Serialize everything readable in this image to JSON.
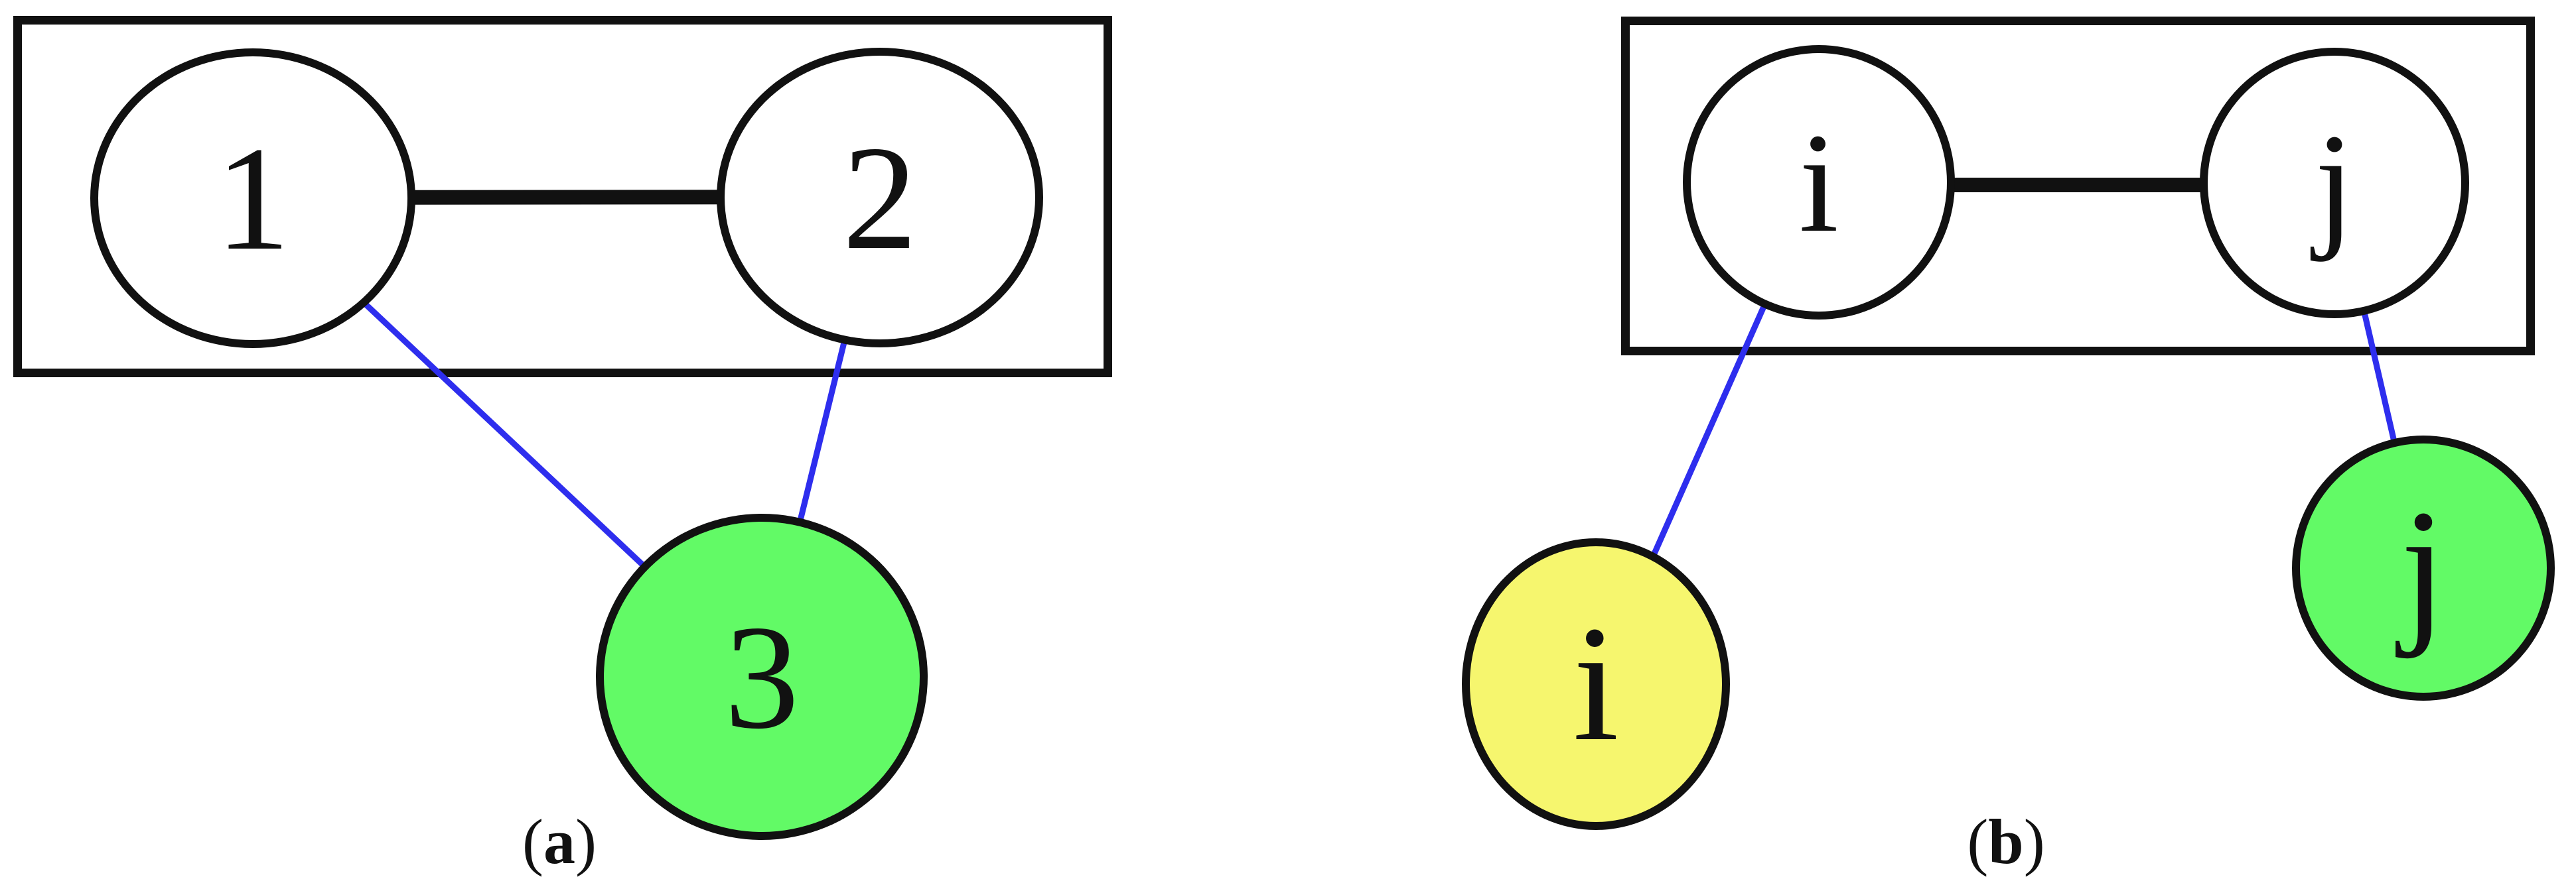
{
  "colors": {
    "background": "#ffffff",
    "outline": "#111111",
    "intra_edge_black": "#111111",
    "inter_edge_blue": "#2e2eee",
    "node_white": "#ffffff",
    "node_green": "#62fa66",
    "node_yellow": "#f6f66e"
  },
  "panel_a": {
    "caption": {
      "open": "(",
      "letter": "a",
      "close": ")"
    },
    "box_nodes": [
      {
        "label": "1",
        "fill": "white"
      },
      {
        "label": "2",
        "fill": "white"
      }
    ],
    "outside_node": {
      "label": "3",
      "fill": "green"
    },
    "edges": [
      {
        "from": "1",
        "to": "2",
        "style": "thick-black",
        "inside_box": true
      },
      {
        "from": "1",
        "to": "3",
        "style": "thin-blue",
        "inside_box": false
      },
      {
        "from": "2",
        "to": "3",
        "style": "thin-blue",
        "inside_box": false
      }
    ]
  },
  "panel_b": {
    "caption": {
      "open": "(",
      "letter": "b",
      "close": ")"
    },
    "box_nodes": [
      {
        "label": "i",
        "fill": "white"
      },
      {
        "label": "j",
        "fill": "white"
      }
    ],
    "outside_nodes": [
      {
        "label": "i",
        "fill": "yellow"
      },
      {
        "label": "j",
        "fill": "green"
      }
    ],
    "edges": [
      {
        "from": "i",
        "to": "j",
        "style": "thick-black",
        "inside_box": true
      },
      {
        "from": "i",
        "to": "i-outside",
        "style": "thin-blue",
        "inside_box": false
      },
      {
        "from": "j",
        "to": "j-outside",
        "style": "thin-blue",
        "inside_box": false
      }
    ]
  }
}
